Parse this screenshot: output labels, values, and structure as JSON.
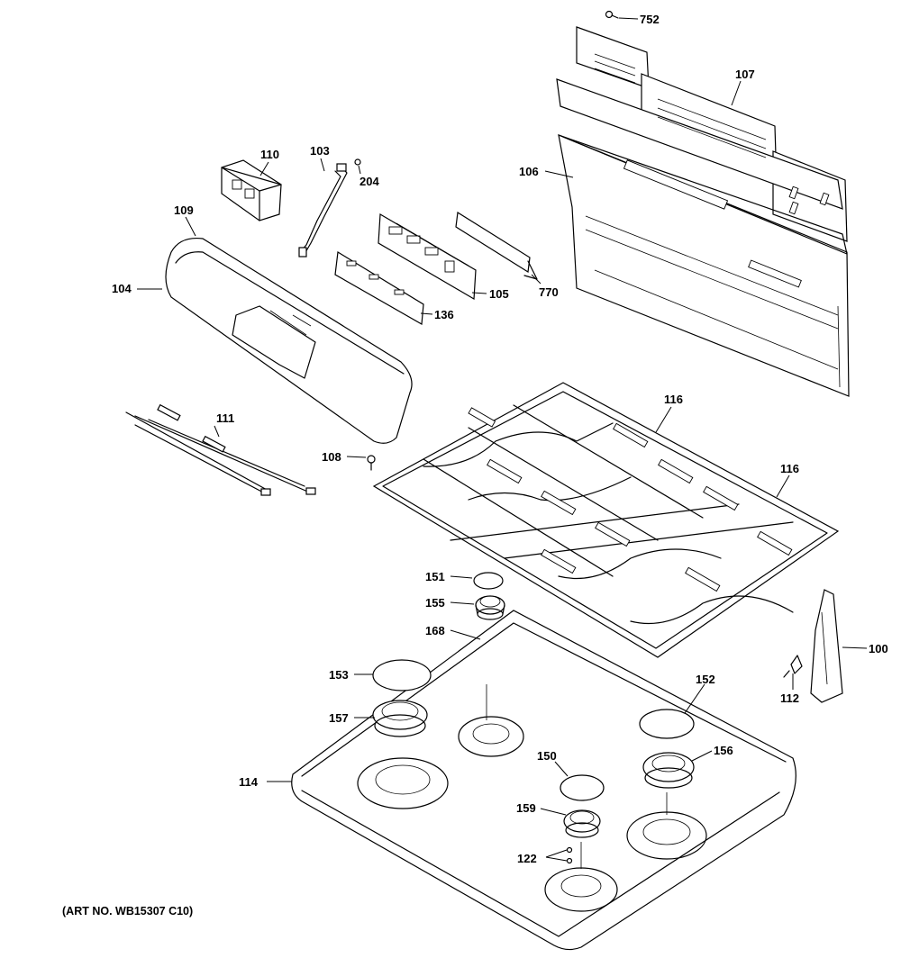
{
  "callouts": {
    "c752": "752",
    "c107": "107",
    "c106": "106",
    "c110": "110",
    "c103": "103",
    "c204": "204",
    "c109": "109",
    "c104": "104",
    "c105": "105",
    "c770": "770",
    "c136": "136",
    "c111": "111",
    "c108": "108",
    "c116a": "116",
    "c116b": "116",
    "c151": "151",
    "c155": "155",
    "c168": "168",
    "c153": "153",
    "c157": "157",
    "c152": "152",
    "c156": "156",
    "c150": "150",
    "c114": "114",
    "c159": "159",
    "c122": "122",
    "c100": "100",
    "c112": "112"
  },
  "art_number": "(ART NO. WB15307 C10)"
}
